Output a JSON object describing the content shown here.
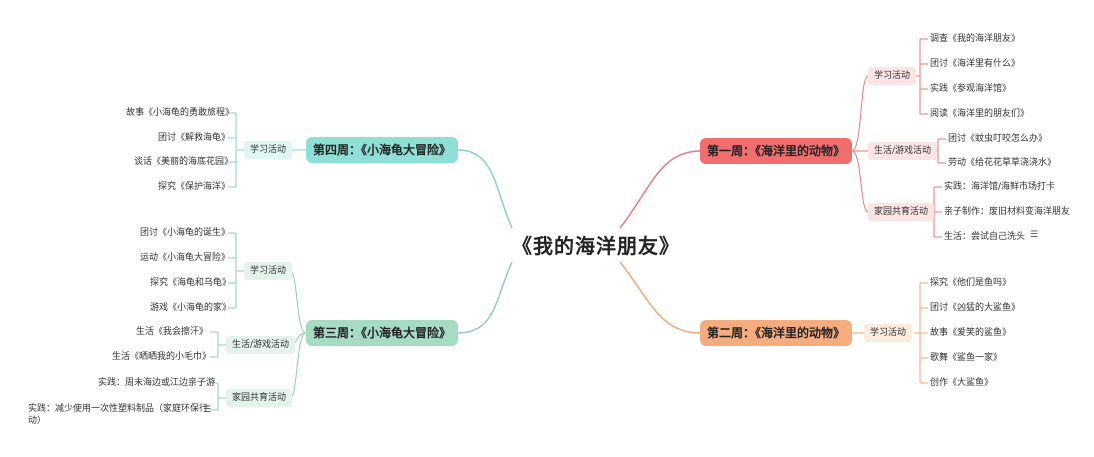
{
  "center": {
    "title": "《我的海洋朋友》"
  },
  "weeks": {
    "w1": {
      "title": "第一周：《海洋里的动物》",
      "learning": {
        "label": "学习活动",
        "items": [
          "调查《我的海洋朋友》",
          "团讨《海洋里有什么》",
          "实践《参观海洋馆》",
          "阅读《海洋里的朋友们》"
        ]
      },
      "life": {
        "label": "生活/游戏活动",
        "items": [
          "团讨《蚊虫叮咬怎么办》",
          "劳动《给花花草草浇浇水》"
        ]
      },
      "home": {
        "label": "家园共育活动",
        "items": [
          "实践：海洋馆/海鲜市场打卡",
          "亲子制作：废旧材料变海洋朋友",
          "生活：尝试自己洗头"
        ]
      }
    },
    "w2": {
      "title": "第二周：《海洋里的动物》",
      "learning": {
        "label": "学习活动",
        "items": [
          "探究《他们是鱼吗》",
          "团讨《凶猛的大鲨鱼》",
          "故事《爱笑的鲨鱼》",
          "歌舞《鲨鱼一家》",
          "创作《大鲨鱼》"
        ]
      }
    },
    "w3": {
      "title": "第三周：《小海龟大冒险》",
      "learning": {
        "label": "学习活动",
        "items": [
          "团讨《小海龟的诞生》",
          "运动《小海龟大冒险》",
          "探究《海龟和乌龟》",
          "游戏《小海龟的家》"
        ]
      },
      "life": {
        "label": "生活/游戏活动",
        "items": [
          "生活《我会擦汗》",
          "生活《晒晒我的小毛巾》"
        ]
      },
      "home": {
        "label": "家园共育活动",
        "items": [
          "实践：周末海边或江边亲子游",
          "实践：减少使用一次性塑料制品（家庭环保行",
          "动）"
        ]
      }
    },
    "w4": {
      "title": "第四周：《小海龟大冒险》",
      "learning": {
        "label": "学习活动",
        "items": [
          "故事《小海龟的勇敢旅程》",
          "团讨《解救海龟》",
          "谈话《美丽的海底花园》",
          "探究《保护海洋》"
        ]
      }
    }
  },
  "note_icon": "notes-icon",
  "colors": {
    "w1": "#f26d6d",
    "w2": "#f6ad7e",
    "w3": "#a6dcc4",
    "w4": "#8ee0d6",
    "w1_line": "#e77a7a",
    "w2_line": "#f0a77a",
    "w3_line": "#8fcdb2",
    "w4_line": "#86d2c8"
  }
}
